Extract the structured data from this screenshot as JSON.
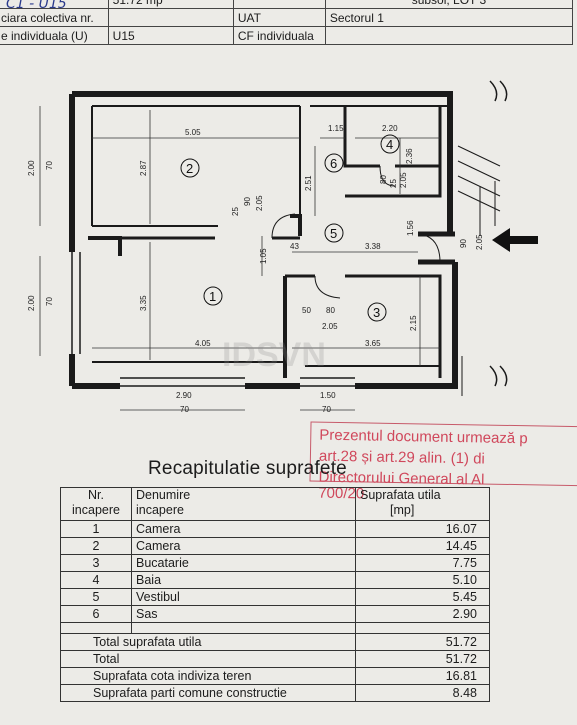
{
  "header": {
    "handwriting": "C1 - U15",
    "row1_label": "",
    "row1_value": "51.72 mp",
    "row1_right": "subsol, LOT 3",
    "row2_label": "ciara colectiva nr.",
    "row2_middle": "UAT",
    "row2_right": "Sectorul 1",
    "row3_label": "e individuala (U)",
    "row3_value": "U15",
    "row3_middle": "CF individuala"
  },
  "plan": {
    "rooms": [
      "2",
      "1",
      "6",
      "4",
      "5",
      "3"
    ],
    "dimensions": [
      "5.05",
      "1.15",
      "2.20",
      "2.00",
      "70",
      "2.87",
      "2.51",
      "2.36",
      "25",
      "90",
      "2.05",
      "80",
      "25",
      "2.05",
      "1.05",
      "43",
      "3.38",
      "1.56",
      "90",
      "2.05",
      "2.00",
      "70",
      "3.35",
      "50",
      "80",
      "2.05",
      "2.15",
      "4.05",
      "3.65",
      "2.90",
      "70",
      "1.50",
      "70"
    ],
    "watermark": "IDSVN"
  },
  "stamp": {
    "line1": "Prezentul document urmează p",
    "line2": "art.28 și art.29 alin. (1) di",
    "line3": "Directorului General al Al",
    "line4": "700/20"
  },
  "recap": {
    "title": "Recapitulatie suprafete",
    "headers": {
      "nr": [
        "Nr.",
        "incapere"
      ],
      "name": [
        "Denumire",
        "incapere"
      ],
      "area": [
        "Suprafata utila",
        "[mp]"
      ]
    },
    "rows": [
      {
        "nr": "1",
        "name": "Camera",
        "area": "16.07"
      },
      {
        "nr": "2",
        "name": "Camera",
        "area": "14.45"
      },
      {
        "nr": "3",
        "name": "Bucatarie",
        "area": "7.75"
      },
      {
        "nr": "4",
        "name": "Baia",
        "area": "5.10"
      },
      {
        "nr": "5",
        "name": "Vestibul",
        "area": "5.45"
      },
      {
        "nr": "6",
        "name": "Sas",
        "area": "2.90"
      }
    ],
    "totals": [
      {
        "label": "Total suprafata utila",
        "value": "51.72"
      },
      {
        "label": "Total",
        "value": "51.72"
      },
      {
        "label": "Suprafata cota indiviza teren",
        "value": "16.81"
      },
      {
        "label": "Suprafata parti comune constructie",
        "value": "8.48"
      }
    ]
  }
}
